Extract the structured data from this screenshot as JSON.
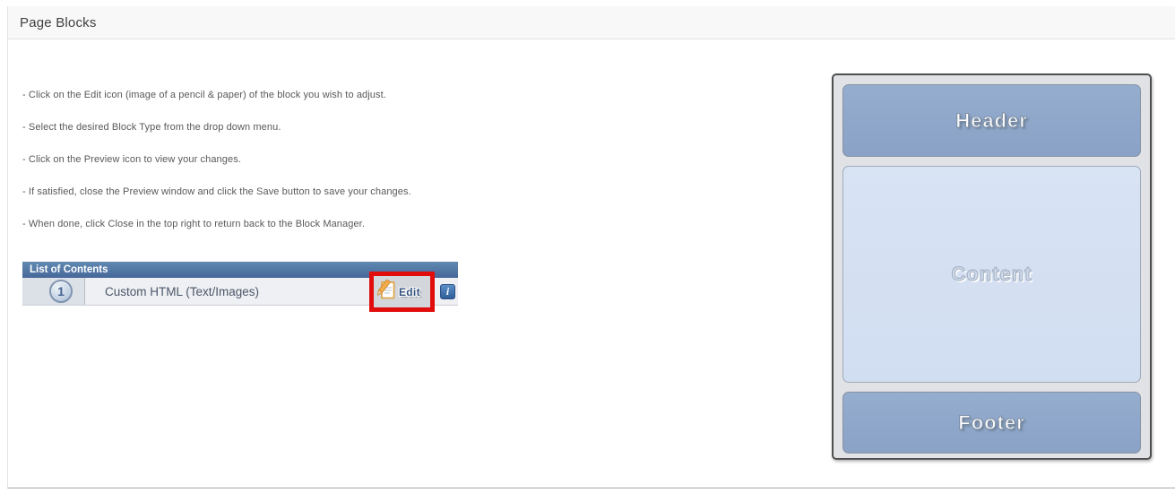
{
  "header": {
    "title": "Page Blocks"
  },
  "instructions": [
    "- Click on the Edit icon (image of a pencil & paper) of the block you wish to adjust.",
    "- Select the desired Block Type from the drop down menu.",
    "- Click on the Preview icon to view your changes.",
    "- If satisfied, close the Preview window and click the Save button to save your changes.",
    "- When done, click Close in the top right to return back to the Block Manager."
  ],
  "contents_table": {
    "title": "List of Contents",
    "rows": [
      {
        "number": "1",
        "label": "Custom HTML (Text/Images)",
        "edit_label": "Edit",
        "edit_icon": "pencil-paper-icon",
        "info_icon": "info-icon",
        "info_glyph": "i",
        "highlighted": true
      }
    ]
  },
  "layout_preview": {
    "blocks": [
      {
        "name": "header-block",
        "label": "Header"
      },
      {
        "name": "content-block",
        "label": "Content"
      },
      {
        "name": "footer-block",
        "label": "Footer"
      }
    ]
  },
  "colors": {
    "table_header_top": "#6089b1",
    "table_header_bottom": "#47689a",
    "row_background": "#eef0f3",
    "number_cell_background": "#dce1e8",
    "highlight_red": "#e10c0c",
    "info_icon_blue": "#2f5d99",
    "preview_block_blue": "#8da7ca",
    "preview_content_blue": "#d5e1f3",
    "preview_frame_gray": "#e0e2e5"
  }
}
